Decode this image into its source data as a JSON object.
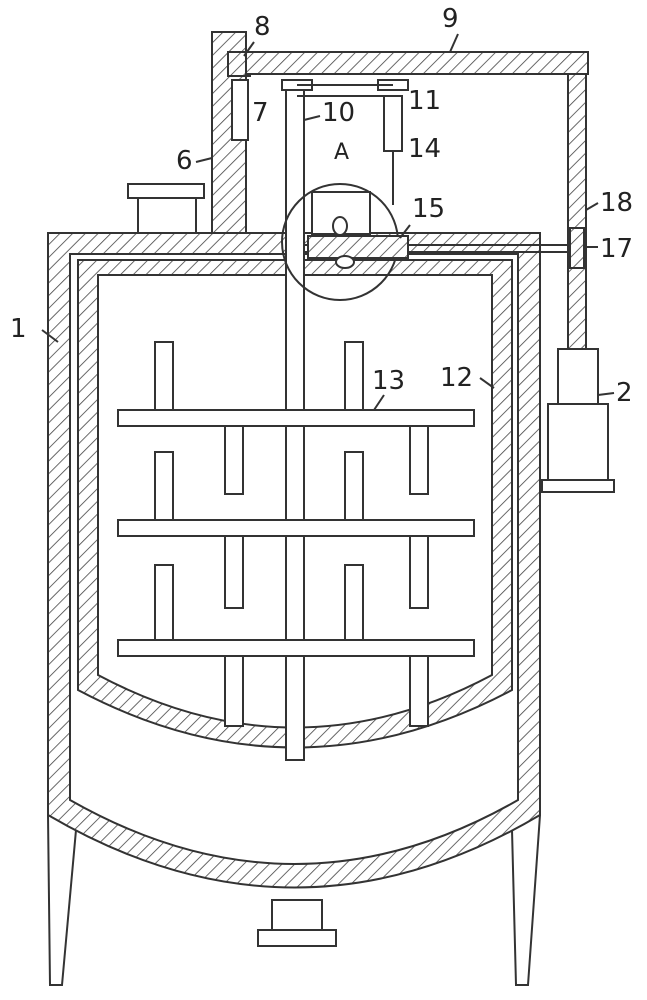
{
  "labels": {
    "n1": "1",
    "n2": "2",
    "n6": "6",
    "n7": "7",
    "n8": "8",
    "n9": "9",
    "n10": "10",
    "n11": "11",
    "n12": "12",
    "n13": "13",
    "n14": "14",
    "n15": "15",
    "n17": "17",
    "n18": "18",
    "detail": "A"
  },
  "colors": {
    "line": "#333333",
    "hatch": "#444444",
    "background": "#ffffff"
  }
}
